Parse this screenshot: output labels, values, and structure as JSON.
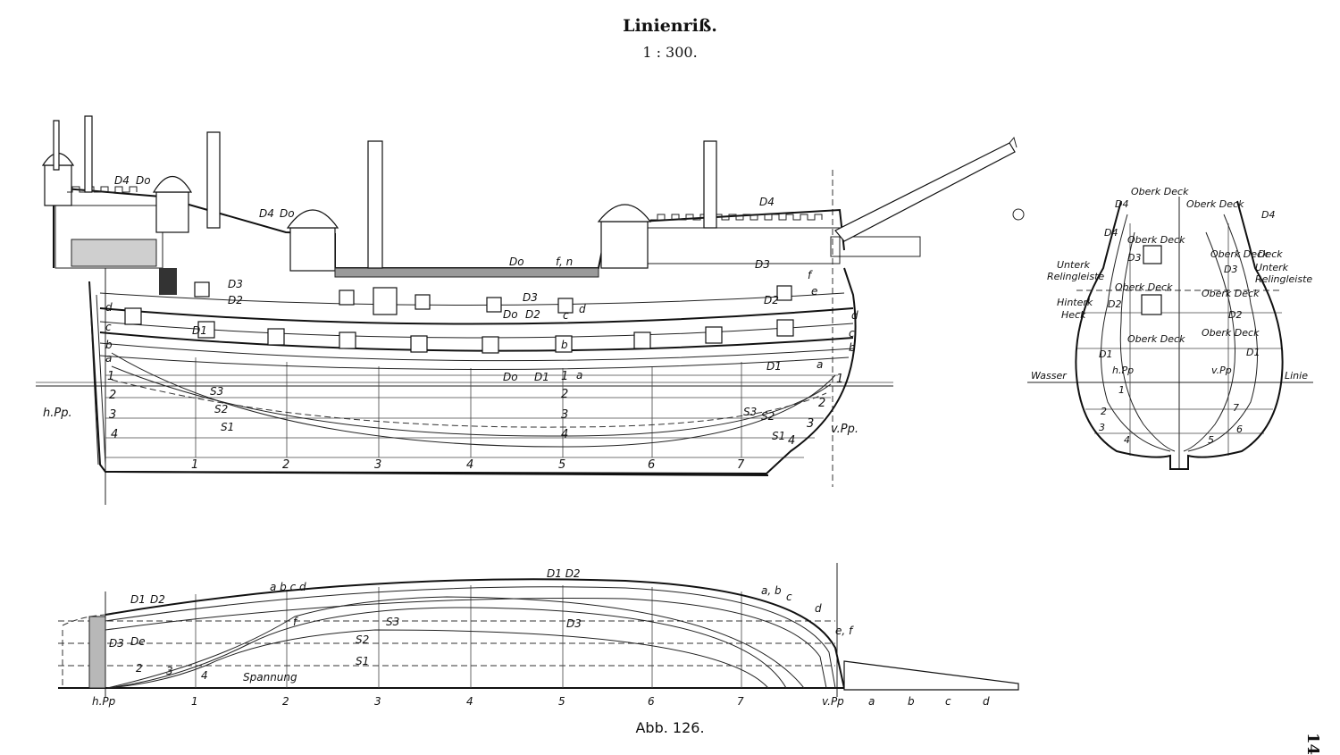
{
  "header": {
    "title": "Linienriß.",
    "scale": "1 : 300."
  },
  "caption": "Abb. 126.",
  "page_number": "14",
  "profile": {
    "station_numbers": [
      "1",
      "2",
      "3",
      "4",
      "5",
      "6",
      "7"
    ],
    "waterline_numbers": [
      "1",
      "2",
      "3",
      "4"
    ],
    "stern_perpendicular": "h.Pp.",
    "bow_perpendicular": "v.Pp.",
    "sheer_letters": [
      "a",
      "b",
      "c",
      "d",
      "e",
      "f"
    ],
    "labels": {
      "d0": "Do",
      "d1": "D1",
      "d2": "D2",
      "d3": "D3",
      "d4": "D4",
      "s1": "S1",
      "s2": "S2",
      "s3": "S3",
      "fn": "f, n",
      "ab": "a",
      "b": "b",
      "c": "c",
      "d": "d"
    }
  },
  "body_plan": {
    "labels": {
      "oberk_deck": "Oberk Deck",
      "deck": "Deck",
      "unterk": "Unterk",
      "relingleiste": "Relingleiste",
      "hinterk": "Hinterk",
      "heck": "Heck",
      "wasser": "Wasser",
      "linie": "Linie",
      "hpp": "h.Pp",
      "vpp": "v.Pp",
      "d1": "D1",
      "d2": "D2",
      "d3": "D3",
      "d4": "D4",
      "n1": "1",
      "n2": "2",
      "n3": "3",
      "n4": "4",
      "n5": "5",
      "n6": "6",
      "n7": "7"
    }
  },
  "half_breadth": {
    "station_numbers": [
      "1",
      "2",
      "3",
      "4",
      "5",
      "6",
      "7"
    ],
    "stern": "h.Pp",
    "bow": "v.Pp",
    "bow_letters": [
      "a",
      "b",
      "c",
      "d"
    ],
    "labels": {
      "d1d2": "D1 D2",
      "d3": "D3",
      "d3b": "D3",
      "d1": "D1",
      "d2": "D2",
      "de": "De",
      "s1": "S1",
      "s2": "S2",
      "s3": "S3",
      "spannung": "Spannung",
      "abcd": "a b c d",
      "ab": "a, b",
      "c": "c",
      "d": "d",
      "ef": "e, f",
      "f": "f",
      "n2": "2",
      "n3": "3",
      "n4": "4"
    }
  }
}
